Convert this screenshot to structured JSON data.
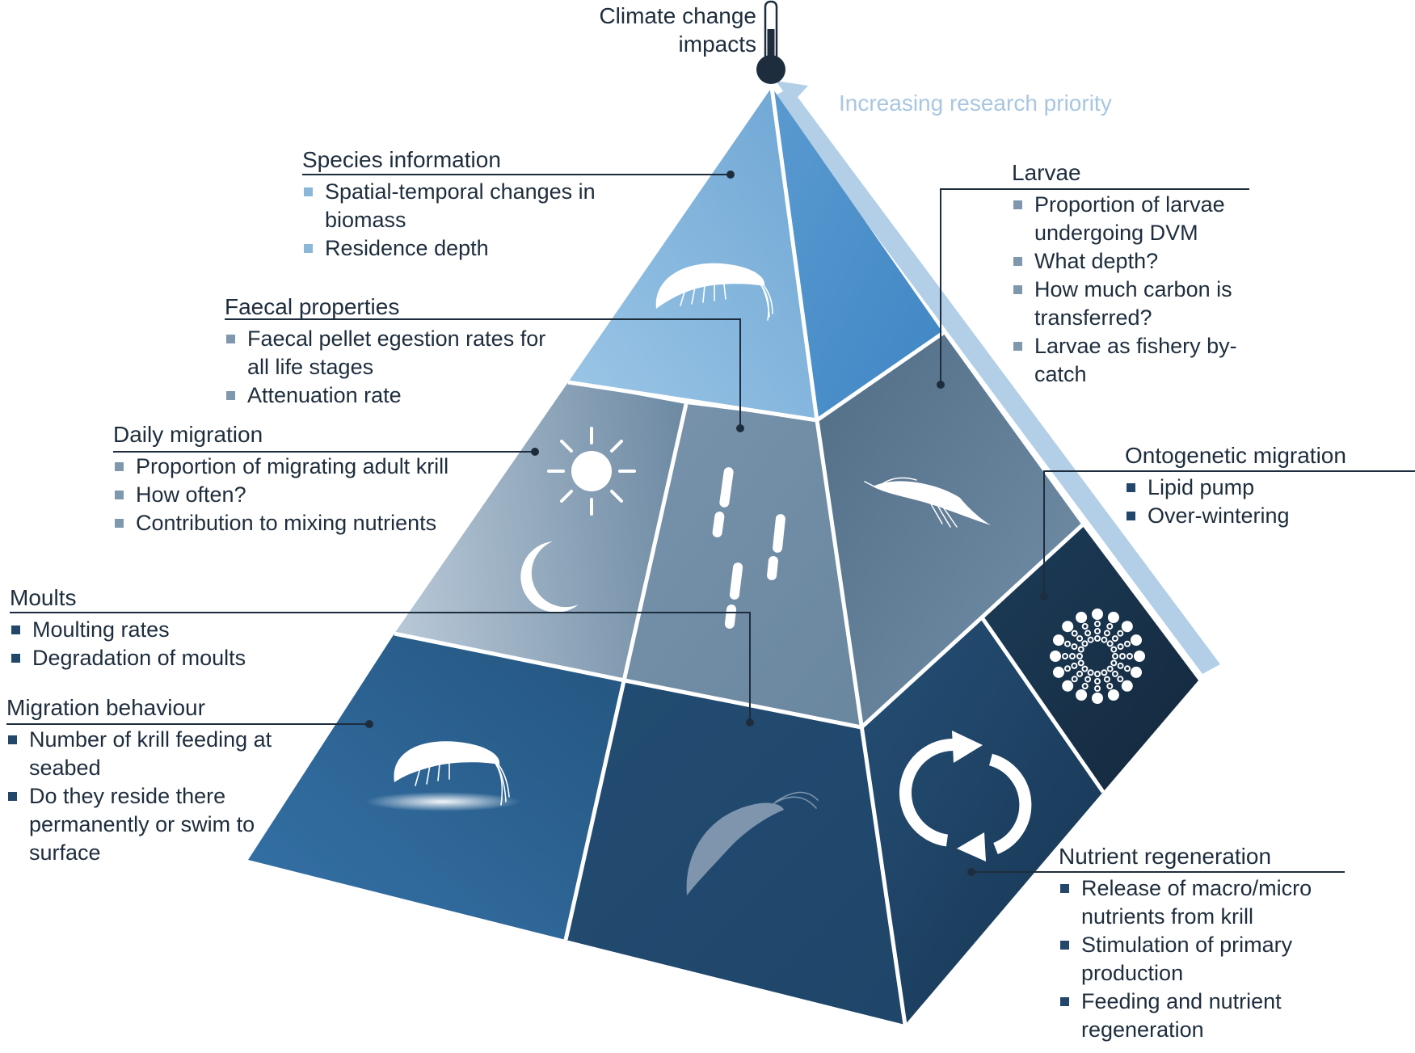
{
  "header": {
    "climate_line1": "Climate change",
    "climate_line2": "impacts"
  },
  "priority_label": "Increasing research priority",
  "colors": {
    "light_blue": "#7fb2dc",
    "mid_grey_blue": "#6b8aa3",
    "dark_blue": "#1f4a70",
    "leader": "#1e2d3d",
    "arrow": "#b3cfe8"
  },
  "sections": {
    "species": {
      "title": "Species information",
      "icon": "krill-icon",
      "items": [
        "Spatial-temporal changes in biomass",
        "Residence depth"
      ]
    },
    "faecal": {
      "title": "Faecal properties",
      "icon": "faecal-pellet-icon",
      "items": [
        "Faecal pellet egestion rates for all life stages",
        "Attenuation rate"
      ]
    },
    "daily": {
      "title": "Daily migration",
      "icon": "sun-moon-icon",
      "items": [
        "Proportion of migrating adult krill",
        "How often?",
        "Contribution to mixing nutrients"
      ]
    },
    "moults": {
      "title": "Moults",
      "icon": "moult-icon",
      "items": [
        "Moulting rates",
        "Degradation of moults"
      ]
    },
    "migration": {
      "title": "Migration behaviour",
      "icon": "krill-seabed-icon",
      "items": [
        "Number of krill feeding at seabed",
        "Do they reside there permanently or swim to surface"
      ]
    },
    "larvae": {
      "title": "Larvae",
      "icon": "larva-icon",
      "items": [
        "Proportion of larvae undergoing DVM",
        "What depth?",
        "How much carbon is transferred?",
        "Larvae as fishery by-catch"
      ]
    },
    "ontogenetic": {
      "title": "Ontogenetic migration",
      "icon": "lipid-icon",
      "items": [
        "Lipid pump",
        "Over-wintering"
      ]
    },
    "nutrient": {
      "title": "Nutrient regeneration",
      "icon": "recycle-icon",
      "items": [
        "Release of macro/micro nutrients from krill",
        "Stimulation of primary production",
        "Feeding and nutrient regeneration"
      ]
    }
  }
}
